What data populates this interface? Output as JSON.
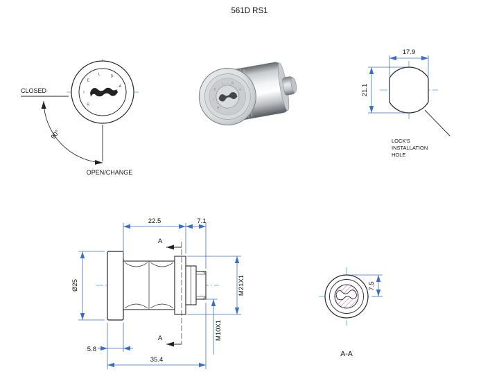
{
  "title": "561D RS1",
  "colors": {
    "outline": "#26262a",
    "dimension_line": "#3a6fc4",
    "centerline": "#3fa9dc",
    "section_hatch": "#c87fd2"
  },
  "front_view": {
    "closed_label": "CLOSED",
    "open_label": "OPEN/CHANGE",
    "angle_label": "90°",
    "brand_letters": [
      "R",
      "I",
      "E",
      "L",
      "D",
      "A"
    ]
  },
  "hole_view": {
    "width_dim": "17.9",
    "height_dim": "21.1",
    "note_line1": "LOCK'S",
    "note_line2": "INSTALLATION",
    "note_line3": "HOLE"
  },
  "side_view": {
    "dim_body_length": "22.5",
    "dim_rear_length": "7.1",
    "dim_flange_diameter": "Ø25",
    "dim_flange_thickness": "5.8",
    "dim_total_length": "35.4",
    "dim_thread_main": "M21X1",
    "dim_thread_rear": "M10X1",
    "section_marker": "A"
  },
  "section_view": {
    "dim_key_offset": "7.5",
    "label": "A-A"
  }
}
